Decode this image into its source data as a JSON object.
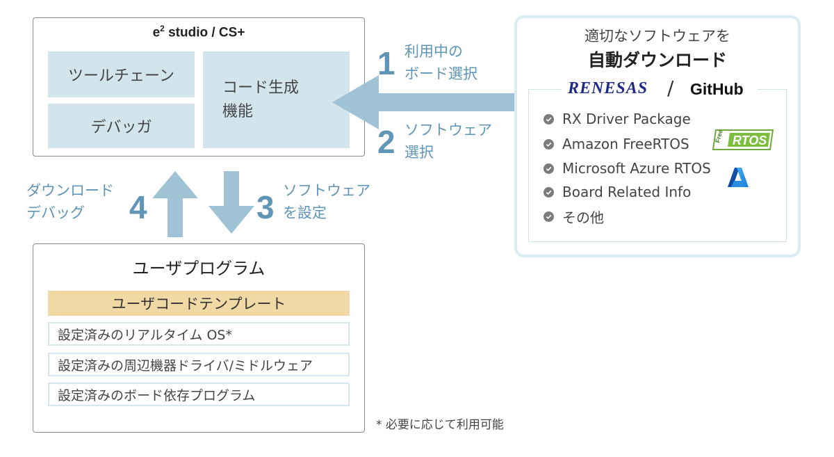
{
  "ide": {
    "title_prefix": "e",
    "title_sup": "2",
    "title_rest": " studio / CS+",
    "toolchain": "ツールチェーン",
    "debugger": "デバッガ",
    "codegen_line1": "コード生成",
    "codegen_line2": "機能"
  },
  "steps": [
    {
      "number": "1",
      "line1": "利用中の",
      "line2": "ボード選択"
    },
    {
      "number": "2",
      "line1": "ソフトウェア",
      "line2": "選択"
    },
    {
      "number": "3",
      "line1": "ソフトウェア",
      "line2": "を設定"
    },
    {
      "number": "4",
      "line1": "ダウンロード",
      "line2": "デバッグ"
    }
  ],
  "repo": {
    "title_line1": "適切なソフトウェアを",
    "title_line2": "自動ダウンロード",
    "brand_renesas": "RENESAS",
    "brand_separator": "/",
    "brand_github": "GitHub",
    "items": [
      "RX Driver Package",
      "Amazon FreeRTOS",
      "Microsoft Azure RTOS",
      "Board Related Info",
      "その他"
    ],
    "freertos_logo_free": "Free",
    "freertos_logo_rtos": "RTOS"
  },
  "user": {
    "title": "ユーザプログラム",
    "template_label": "ユーザコードテンプレート",
    "rows": [
      "設定済みのリアルタイム OS*",
      "設定済みの周辺機器ドライバ/ミドルウェア",
      "設定済みのボード依存プログラム"
    ]
  },
  "footnote": "* 必要に応じて利用可能",
  "colors": {
    "accent": "#5f96b8",
    "arrow": "#9fc3d5",
    "cell_bg": "#d2e5ed",
    "template_bg": "#f1d9a6"
  }
}
